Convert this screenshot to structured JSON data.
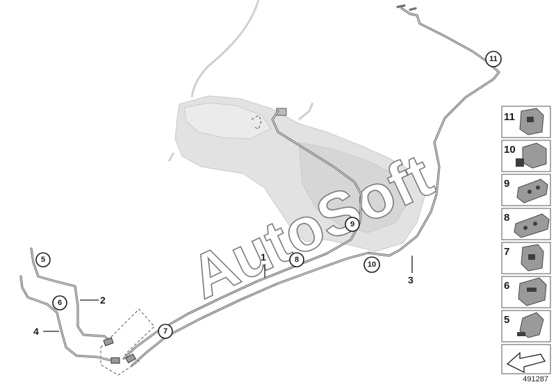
{
  "watermark": "AutoSoft",
  "diagram_number": "491287",
  "callouts": [
    {
      "id": "callout-5",
      "label": "5"
    },
    {
      "id": "callout-6",
      "label": "6"
    },
    {
      "id": "callout-7",
      "label": "7"
    },
    {
      "id": "callout-8",
      "label": "8"
    },
    {
      "id": "callout-9",
      "label": "9"
    },
    {
      "id": "callout-10",
      "label": "10"
    },
    {
      "id": "callout-11",
      "label": "11"
    }
  ],
  "plain_labels": [
    {
      "id": "label-1",
      "label": "1"
    },
    {
      "id": "label-2",
      "label": "2"
    },
    {
      "id": "label-3",
      "label": "3"
    },
    {
      "id": "label-4",
      "label": "4"
    }
  ],
  "legend": [
    {
      "number": "11",
      "icon": "clip-11-icon"
    },
    {
      "number": "10",
      "icon": "clip-10-icon"
    },
    {
      "number": "9",
      "icon": "clip-9-icon"
    },
    {
      "number": "8",
      "icon": "clip-8-icon"
    },
    {
      "number": "7",
      "icon": "clip-7-icon"
    },
    {
      "number": "6",
      "icon": "clip-6-icon"
    },
    {
      "number": "5",
      "icon": "clip-5-icon"
    }
  ],
  "colors": {
    "pipe": "#6f6f6f",
    "ghost": "#e2e2e2",
    "ink": "#1a1a1a"
  }
}
